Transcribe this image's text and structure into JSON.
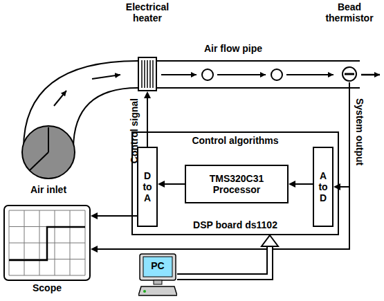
{
  "diagram": {
    "nodes": [
      {
        "text": [
          "Electrical heater"
        ]
      },
      {
        "text": [
          "Bead thermistor"
        ]
      },
      {
        "text": [
          "Air inlet"
        ]
      },
      {
        "text": [
          "Control algorithms",
          "DSP board ds1102"
        ]
      },
      {
        "text": [
          "D to A"
        ],
        "in": 3
      },
      {
        "text": [
          "TMS320C31 Processor"
        ],
        "in": 3
      },
      {
        "text": [
          "A to D"
        ],
        "in": 3
      },
      {
        "text": [
          "Scope"
        ]
      },
      {
        "text": [
          "PC"
        ]
      }
    ],
    "edges": [
      {
        "from": 4,
        "to": 0,
        "arrow": "to",
        "label": "Control signal"
      },
      {
        "from": 1,
        "to": 6,
        "arrow": "to",
        "label": "System output"
      },
      {
        "from": 1,
        "to": 7,
        "arrow": "to"
      },
      {
        "from": 4,
        "to": 7,
        "arrow": "to"
      },
      {
        "from": 5,
        "to": 4,
        "arrow": "to"
      },
      {
        "from": 6,
        "to": 5,
        "arrow": "to"
      },
      {
        "from": 8,
        "to": 3,
        "arrow": "to"
      }
    ],
    "labels": [
      "Air flow pipe"
    ]
  }
}
